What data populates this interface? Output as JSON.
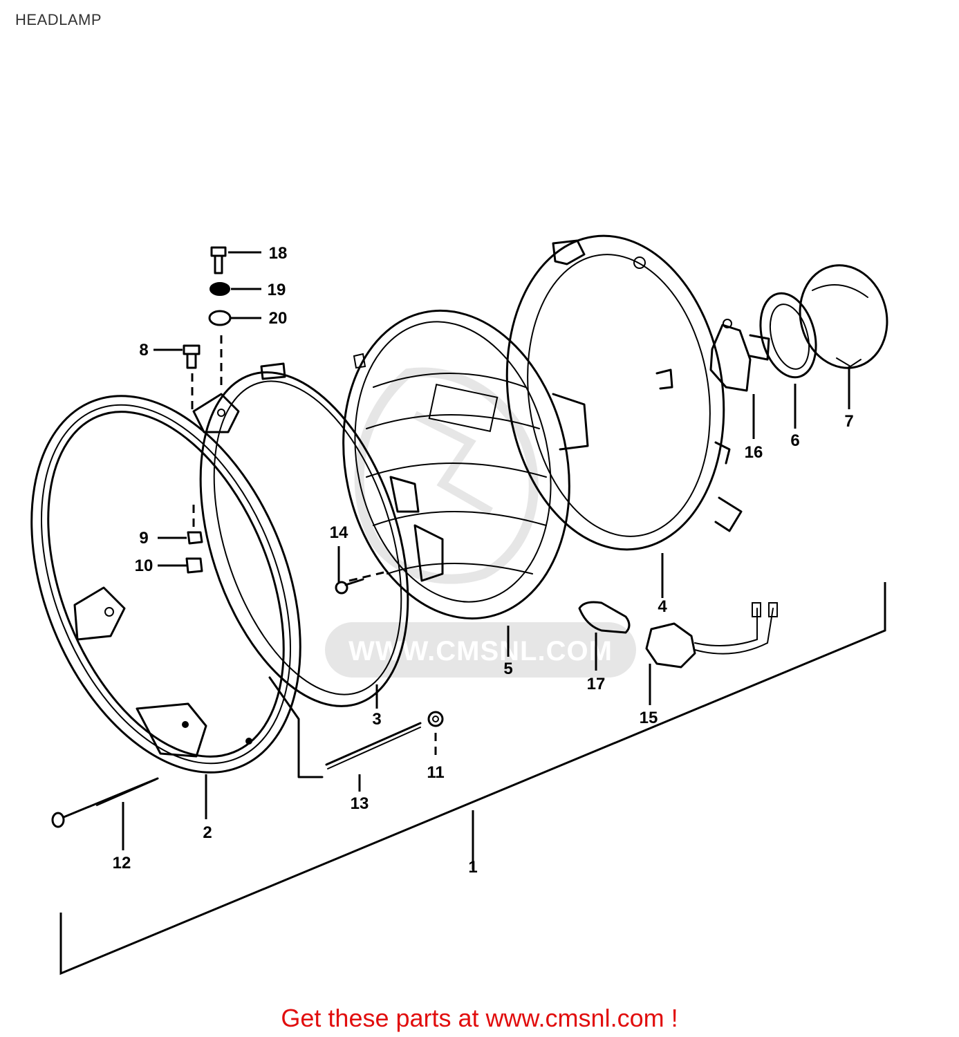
{
  "page": {
    "title": "HEADLAMP"
  },
  "diagram": {
    "callouts": [
      {
        "id": "c1",
        "label": "1"
      },
      {
        "id": "c2",
        "label": "2"
      },
      {
        "id": "c3",
        "label": "3"
      },
      {
        "id": "c4",
        "label": "4"
      },
      {
        "id": "c5",
        "label": "5"
      },
      {
        "id": "c6",
        "label": "6"
      },
      {
        "id": "c7",
        "label": "7"
      },
      {
        "id": "c8",
        "label": "8"
      },
      {
        "id": "c9",
        "label": "9"
      },
      {
        "id": "c10",
        "label": "10"
      },
      {
        "id": "c11",
        "label": "11"
      },
      {
        "id": "c12",
        "label": "12"
      },
      {
        "id": "c13",
        "label": "13"
      },
      {
        "id": "c14",
        "label": "14"
      },
      {
        "id": "c15",
        "label": "15"
      },
      {
        "id": "c16",
        "label": "16"
      },
      {
        "id": "c17",
        "label": "17"
      },
      {
        "id": "c18",
        "label": "18"
      },
      {
        "id": "c19",
        "label": "19"
      },
      {
        "id": "c20",
        "label": "20"
      }
    ],
    "watermark": "WWW.CMSNL.COM"
  },
  "footer": {
    "link_text": "Get these parts at www.cmsnl.com !"
  },
  "colors": {
    "footer_link": "#e10d0d",
    "line_art": "#000000",
    "watermark": "#e6e6e6"
  }
}
